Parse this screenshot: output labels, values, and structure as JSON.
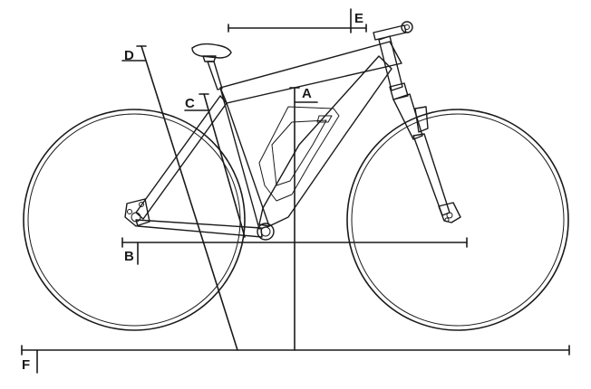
{
  "labels": {
    "a": "A",
    "b": "B",
    "c": "C",
    "d": "D",
    "e": "E",
    "f": "F"
  },
  "colors": {
    "stroke": "#1a1a1a",
    "background": "#ffffff"
  }
}
